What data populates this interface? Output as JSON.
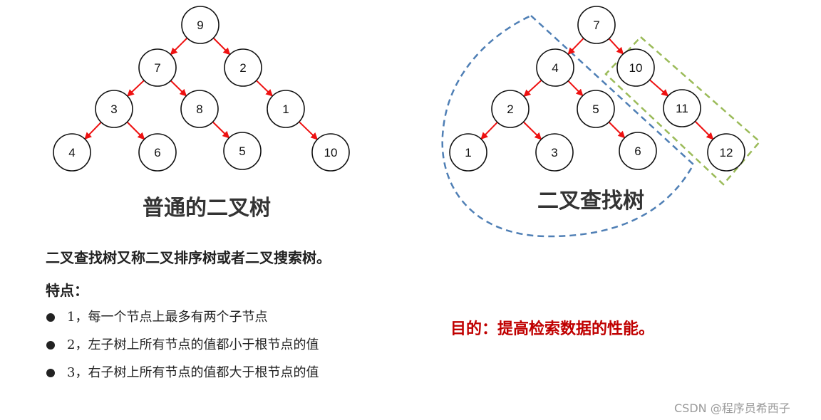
{
  "diagram": {
    "ordinary_tree": {
      "title": "普通的二叉树",
      "nodes": [
        "9",
        "7",
        "2",
        "3",
        "8",
        "1",
        "4",
        "6",
        "5",
        "10"
      ]
    },
    "bst": {
      "title": "二叉查找树",
      "nodes": [
        "7",
        "4",
        "10",
        "2",
        "5",
        "11",
        "1",
        "3",
        "6",
        "12"
      ]
    },
    "colors": {
      "edge": "#ee1111",
      "left_region": "#4f7fb5",
      "right_region": "#9bbb59",
      "purpose": "#c00000"
    }
  },
  "text": {
    "description": "二叉查找树又称二叉排序树或者二叉搜索树。",
    "features_title": "特点：",
    "features": [
      "1，每一个节点上最多有两个子节点",
      "2，左子树上所有节点的值都小于根节点的值",
      "3，右子树上所有节点的值都大于根节点的值"
    ],
    "purpose": "目的：提高检索数据的性能。",
    "watermark": "CSDN @程序员希西子"
  }
}
